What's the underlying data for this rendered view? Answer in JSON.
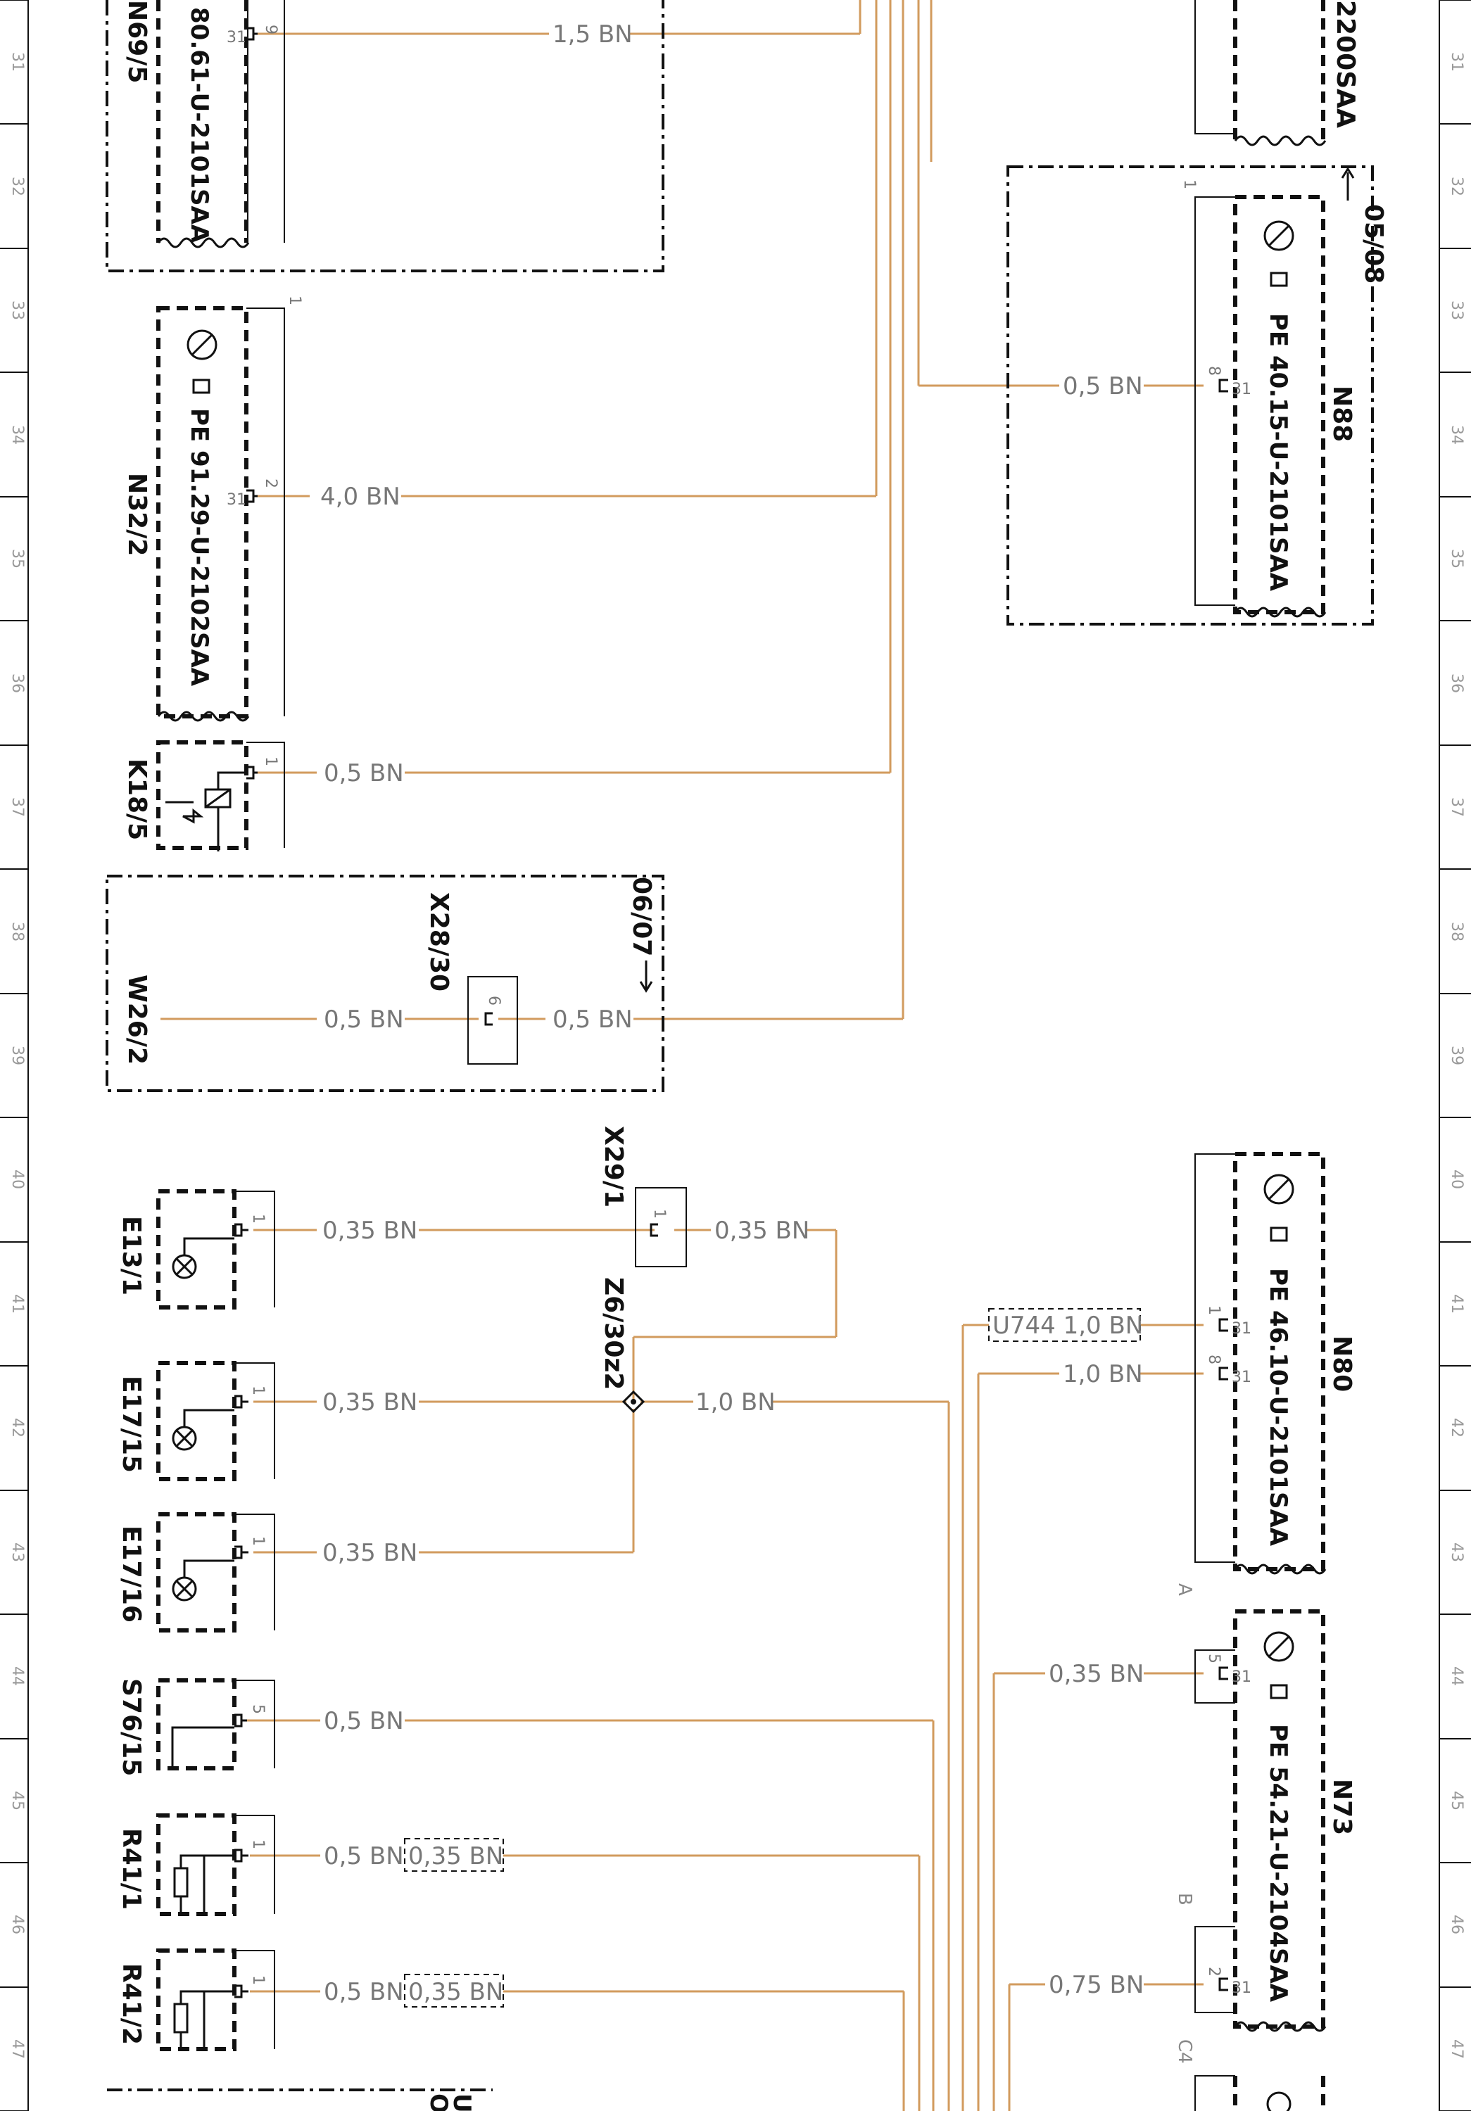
{
  "grid_rows": [
    "31",
    "32",
    "33",
    "34",
    "35",
    "36",
    "37",
    "38",
    "39",
    "40",
    "41",
    "42",
    "43",
    "44",
    "45",
    "46",
    "47"
  ],
  "components": {
    "n69_5": {
      "name": "N69/5",
      "part": "80.61-U-2101SAA",
      "pin": "9",
      "term": "31"
    },
    "n32_2": {
      "name": "N32/2",
      "part": "PE 91.29-U-2102SAA",
      "pin_top": "1",
      "pin": "2",
      "term": "31"
    },
    "k18_5": {
      "name": "K18/5",
      "pin": "1"
    },
    "w26_2": {
      "name": "W26/2"
    },
    "x28_30": {
      "name": "X28/30",
      "pin": "6"
    },
    "ref_06_07": "06/07",
    "ref_05_08": "05/08",
    "x2200": {
      "part": "2200SAA"
    },
    "n88": {
      "name": "N88",
      "part": "PE 40.15-U-2101SAA",
      "pin_top": "1",
      "pin": "8",
      "term": "31"
    },
    "x29_1": {
      "name": "X29/1",
      "pin": "1"
    },
    "z6_30z2": {
      "name": "Z6/30z2"
    },
    "e13_1": {
      "name": "E13/1",
      "pin": "1"
    },
    "e17_15": {
      "name": "E17/15",
      "pin": "1"
    },
    "e17_16": {
      "name": "E17/16",
      "pin": "1"
    },
    "s76_15": {
      "name": "S76/15",
      "pin": "5"
    },
    "r41_1": {
      "name": "R41/1",
      "pin": "1"
    },
    "r41_2": {
      "name": "R41/2",
      "pin": "1"
    },
    "n80": {
      "name": "N80",
      "part": "PE 46.10-U-2101SAA",
      "pin1": "1",
      "pin2": "8",
      "term": "31"
    },
    "n73": {
      "name": "N73",
      "part": "PE 54.21-U-2104SAA",
      "conn_a": "A",
      "conn_b": "B",
      "conn_c": "C4",
      "pin1": "5",
      "pin2": "2",
      "term": "31"
    },
    "u_bottom": "U",
    "o_bottom": "O"
  },
  "wires": {
    "w_n69": "1,5 BN",
    "w_n32": "4,0 BN",
    "w_n88": "0,5 BN",
    "w_k18": "0,5 BN",
    "w_w26": "0,5 BN",
    "w_x28": "0,5 BN",
    "w_e13": "0,35 BN",
    "w_x29": "0,35 BN",
    "w_e17_15": "0,35 BN",
    "w_z6": "1,0 BN",
    "w_e17_16": "0,35 BN",
    "w_s76": "0,5 BN",
    "w_r41_1": "0,5 BN",
    "w_r41_1b": "0,35 BN",
    "w_r41_2": "0,5 BN",
    "w_r41_2b": "0,35 BN",
    "w_n80_1": "U744 1,0 BN",
    "w_n80_2": "1,0 BN",
    "w_n73_1": "0,35 BN",
    "w_n73_2": "0,75 BN"
  },
  "colors": {
    "wire": "#d29b5e",
    "ink": "#111111"
  }
}
